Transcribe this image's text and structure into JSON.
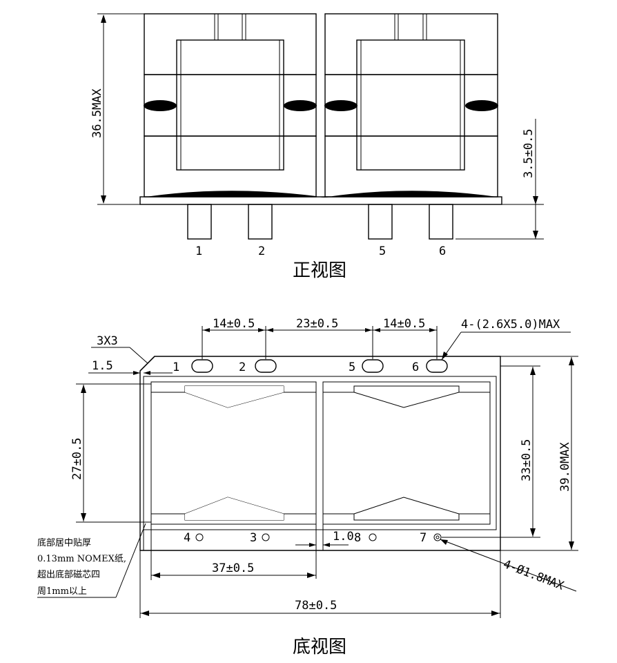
{
  "front_view": {
    "caption": "正视图",
    "height_dim": "36.5MAX",
    "pin_len_dim": "3.5±0.5",
    "pins": [
      "1",
      "2",
      "5",
      "6"
    ]
  },
  "bottom_view": {
    "caption": "底视图",
    "dims": {
      "pitch_left": "14±0.5",
      "pitch_center": "23±0.5",
      "pitch_right": "14±0.5",
      "slot_size": "4-(2.6X5.0)MAX",
      "chamfer": "3X3",
      "edge_offset": "1.5",
      "core_height": "27±0.5",
      "pin_row_span": "33±0.5",
      "overall_height": "39.0MAX",
      "core_width": "37±0.5",
      "overall_width": "78±0.5",
      "gap": "1.0",
      "hole_size": "4-Ø1.8MAX"
    },
    "top_pins": [
      "1",
      "2",
      "5",
      "6"
    ],
    "bottom_pins": [
      "4",
      "3",
      "8",
      "7"
    ],
    "note_lines": [
      "底部居中贴厚",
      "0.13mm NOMEX纸,",
      "超出底部磁芯四",
      "周1mm以上"
    ]
  }
}
